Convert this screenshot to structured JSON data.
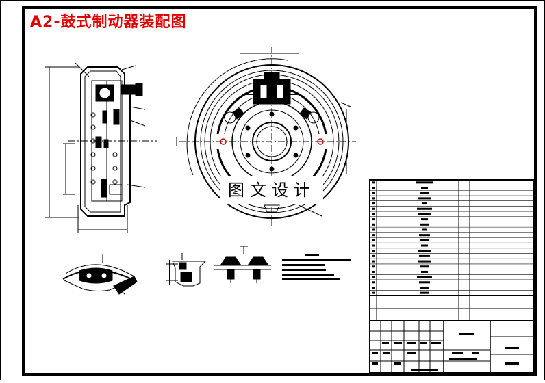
{
  "drawing": {
    "title": "A2-鼓式制动器装配图",
    "watermark": "图文设计",
    "colors": {
      "line": "#000000",
      "title": "#e00000",
      "highlight": "#d40000",
      "paper": "#ffffff"
    }
  },
  "views": [
    {
      "name": "section-view",
      "kind": "cross-section of brake drum assembly"
    },
    {
      "name": "front-view",
      "kind": "front view of brake drum with shoes and wheel cylinder"
    },
    {
      "name": "shoe-detail",
      "kind": "detail of brake shoe segment"
    },
    {
      "name": "cylinder-detail-1",
      "kind": "wheel cylinder detail"
    },
    {
      "name": "cylinder-detail-2",
      "kind": "wheel cylinder detail"
    },
    {
      "name": "technical-requirements",
      "kind": "technical notes block"
    }
  ],
  "parts_list": {
    "row_count": 22
  }
}
